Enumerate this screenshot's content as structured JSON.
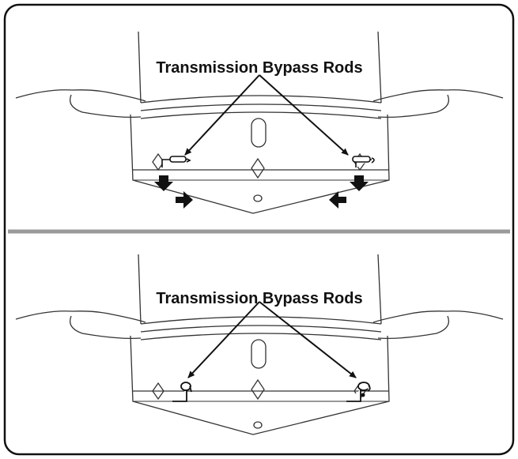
{
  "top_panel": {
    "label": "Transmission Bypass Rods",
    "rod_state": "pushed out and down"
  },
  "bottom_panel": {
    "label": "Transmission Bypass Rods",
    "rod_state": "pulled up and engaged"
  },
  "colors": {
    "frame": "#111111",
    "line": "#222222",
    "divider": "#9a9a9a",
    "arrow_fill": "#111111"
  },
  "icons": {
    "direction_arrows": "thick-arrow-icon",
    "callout_arrows": "pointer-arrow-icon"
  }
}
